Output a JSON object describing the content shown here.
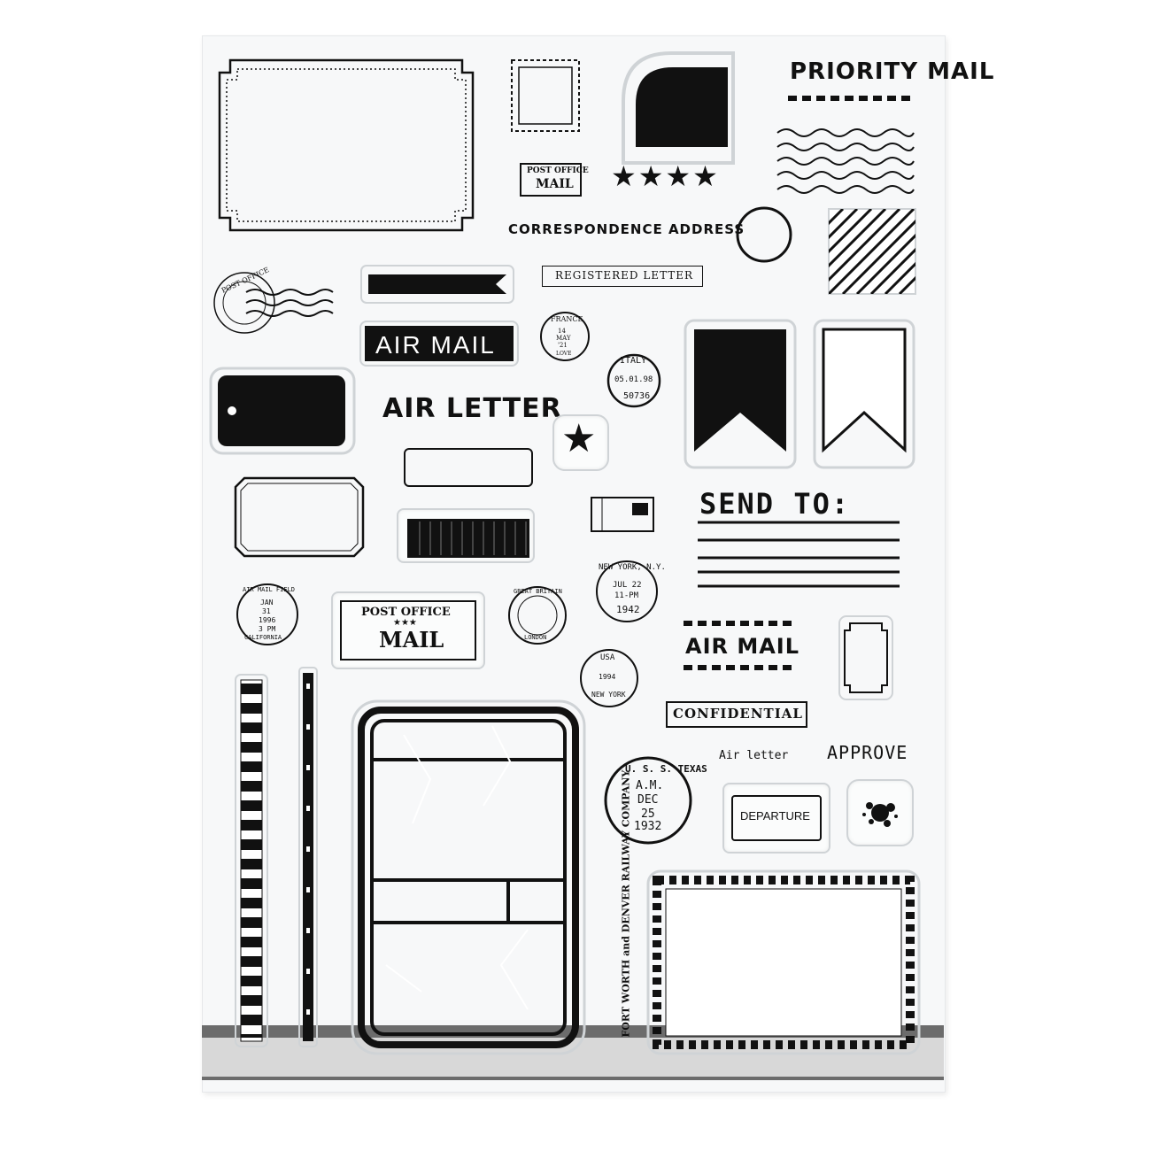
{
  "labels": {
    "priority_mail": "PRIORITY MAIL",
    "correspondence_address": "CORRESPONDENCE ADDRESS",
    "registered_letter": "REGISTERED LETTER",
    "air_mail_1": "AIR MAIL",
    "air_letter_big": "AIR LETTER",
    "send_to": "SEND TO:",
    "post_office_big": "POST OFFICE",
    "mail_big": "MAIL",
    "post_office_small": "POST OFFICE",
    "mail_small": "MAIL",
    "air_mail_2": "AIR MAIL",
    "confidential": "CONFIDENTIAL",
    "air_letter_small": "Air letter",
    "approve": "APPROVE",
    "departure": "DEPARTURE",
    "railway": "FORT WORTH and DENVER RAILWAY COMPANY"
  },
  "postmarks": {
    "post_office_top": "POST OFFICE",
    "france_1": "FRANCE",
    "france_2": "14",
    "france_3": "MAY",
    "france_4": "'21",
    "france_5": "LOVE",
    "italy_1": "ITALY",
    "italy_2": "05.01.98",
    "italy_3": "50736",
    "airmail_field_1": "AIR MAIL FIELD",
    "airmail_field_2": "JAN",
    "airmail_field_3": "31",
    "airmail_field_4": "1996",
    "airmail_field_5": "3 PM",
    "airmail_field_6": "CALIFORNIA",
    "gb_1": "GREAT BRITAIN",
    "gb_2": "LONDON",
    "ny_1": "NEW YORK, N.Y.",
    "ny_2": "JUL 22",
    "ny_3": "11-PM",
    "ny_4": "1942",
    "usa_1": "USA",
    "usa_2": "NEW YORK",
    "usa_3": "1994",
    "texas_1": "U. S. S. TEXAS",
    "texas_2": "A.M.",
    "texas_3": "DEC",
    "texas_4": "25",
    "texas_5": "1932"
  },
  "colors": {
    "ink": "#111111",
    "sheet": "#f7f8f9",
    "gel_edge": "#cfd3d6",
    "backing_strip": "#6c6c6c"
  },
  "icons": [
    "star-icon",
    "banner-flag-icon",
    "postmark-icon",
    "wavy-cancel-icon",
    "tag-icon",
    "stamp-frame-icon"
  ]
}
